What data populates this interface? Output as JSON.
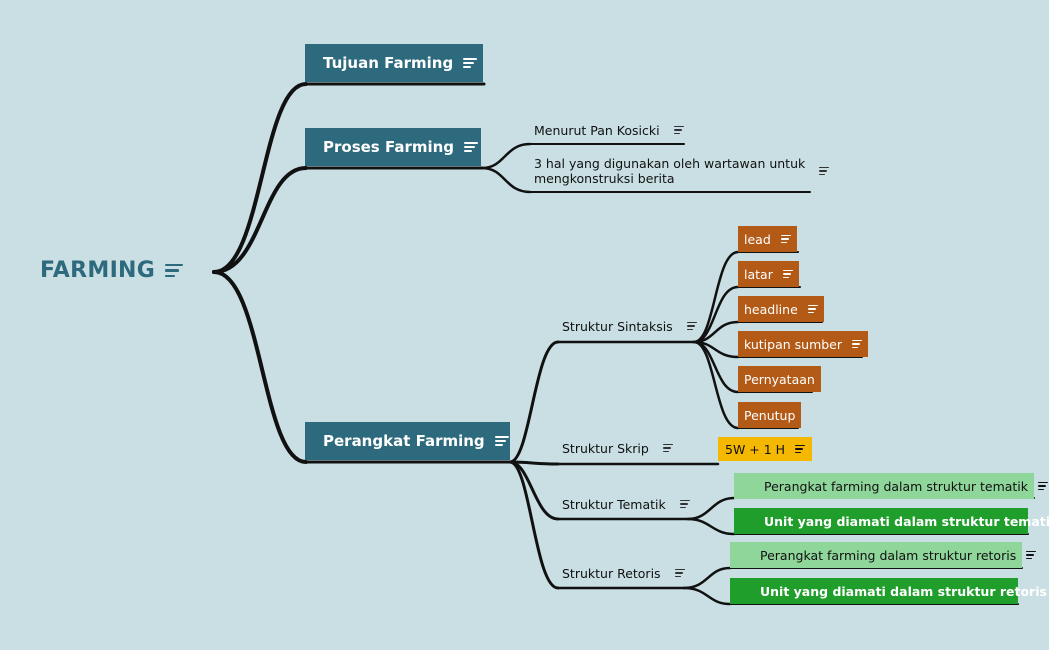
{
  "root": {
    "label": "FARMING"
  },
  "main_topics": [
    {
      "label": "Tujuan Farming"
    },
    {
      "label": "Proses Farming"
    },
    {
      "label": "Perangkat Farming"
    }
  ],
  "proses": {
    "children": [
      {
        "label": "Menurut Pan Kosicki"
      },
      {
        "label_line1": "3 hal yang digunakan oleh wartawan untuk",
        "label_line2": "mengkonstruksi berita"
      }
    ]
  },
  "perangkat": {
    "children": [
      {
        "label": "Struktur Sintaksis"
      },
      {
        "label": "Struktur Skrip"
      },
      {
        "label": "Struktur Tematik"
      },
      {
        "label": "Struktur Retoris"
      }
    ]
  },
  "sintaksis": {
    "children": [
      {
        "label": "lead"
      },
      {
        "label": "latar"
      },
      {
        "label": "headline"
      },
      {
        "label": "kutipan sumber"
      },
      {
        "label": "Pernyataan"
      },
      {
        "label": "Penutup"
      }
    ]
  },
  "skrip": {
    "child": "5W + 1 H"
  },
  "tematik": {
    "children": [
      {
        "label": "Perangkat farming dalam struktur tematik"
      },
      {
        "label": "Unit yang diamati dalam struktur tematik"
      }
    ]
  },
  "retoris": {
    "children": [
      {
        "label": "Perangkat farming dalam struktur retoris"
      },
      {
        "label": "Unit yang diamati dalam struktur retoris"
      }
    ]
  },
  "colors": {
    "background": "#c9dfe3",
    "main_topic": "#2e6a7d",
    "orange": "#b45a17",
    "yellow": "#f5b800",
    "green_light": "#8fd69a",
    "green_dark": "#1f9e2c",
    "line": "#111111"
  },
  "icons": {
    "notes": "notes-icon"
  }
}
